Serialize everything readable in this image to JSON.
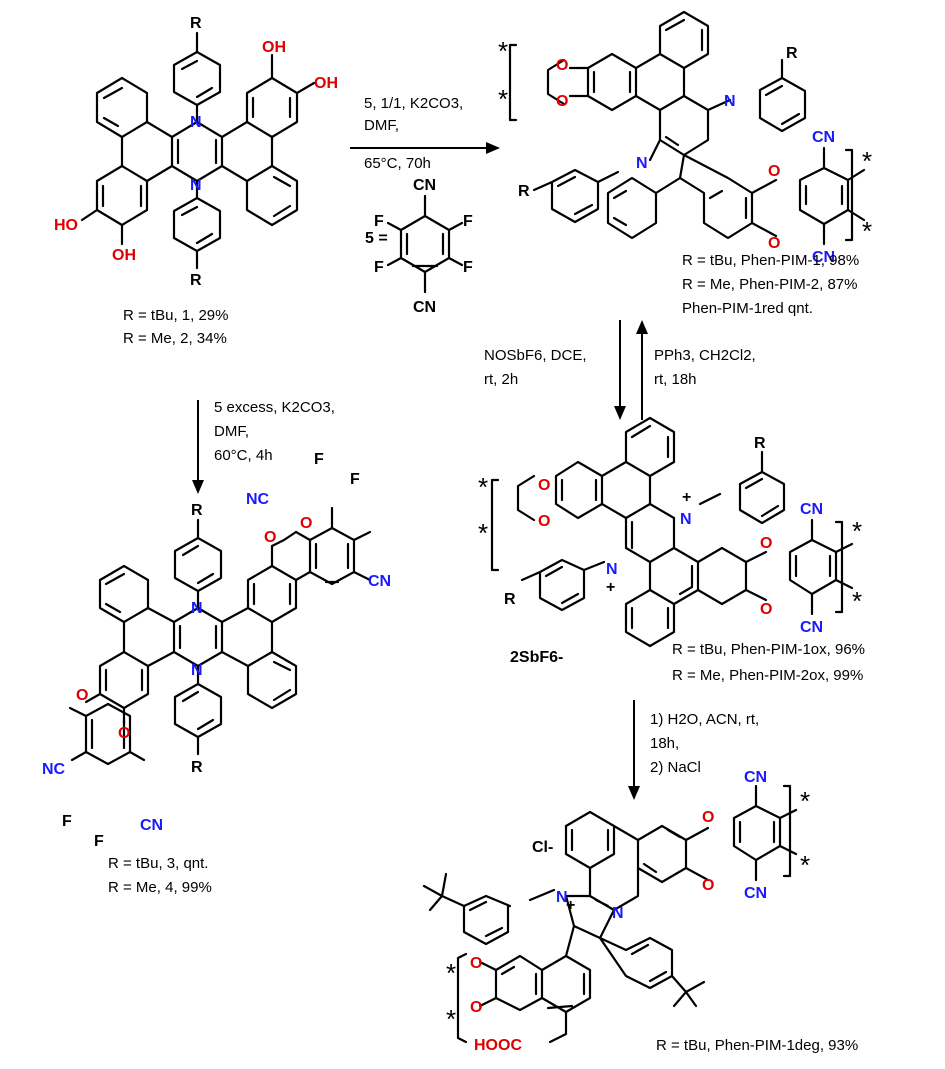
{
  "colors": {
    "nitrogen": "#1a1aff",
    "oxygen": "#e00000",
    "bond": "#000000"
  },
  "monomers": {
    "R_top": "R",
    "R_bottom": "R",
    "OH": "OH",
    "HO": "HO",
    "N": "N",
    "caption": [
      "R = tBu, 1, 29%",
      "R = Me, 2, 34%"
    ]
  },
  "reagent5": {
    "prefix": "5 =",
    "F": "F",
    "CN": "CN"
  },
  "arrow_polymerization": [
    "5, 1/1, K2CO3,",
    "DMF,",
    "65°C, 70h"
  ],
  "arrow_excess": [
    "5 excess, K2CO3,",
    "DMF,",
    "60°C, 4h"
  ],
  "arrow_oxidation": [
    "NOSbF6, DCE,",
    "rt, 2h"
  ],
  "arrow_reduction": [
    "PPh3, CH2Cl2,",
    "rt, 18h"
  ],
  "arrow_degradation": [
    "1) H2O, ACN, rt,",
    "18h,",
    "2) NaCl"
  ],
  "phen_pim": {
    "R": "R",
    "N": "N",
    "O": "O",
    "CN": "CN",
    "star": "*",
    "caption": [
      "R = tBu, Phen-PIM-1, 98%",
      "R = Me, Phen-PIM-2, 87%",
      "Phen-PIM-1red qnt."
    ]
  },
  "phen_pim_ox": {
    "R": "R",
    "N": "N",
    "plus": "+",
    "O": "O",
    "CN": "CN",
    "star": "*",
    "counterion": "2SbF6-",
    "caption": [
      "R = tBu, Phen-PIM-1ox, 96%",
      "R = Me, Phen-PIM-2ox, 99%"
    ]
  },
  "compound_3": {
    "R": "R",
    "N": "N",
    "O": "O",
    "F": "F",
    "NC": "NC",
    "CN": "CN",
    "caption": [
      "R = tBu, 3, qnt.",
      "R = Me, 4, 99%"
    ]
  },
  "phen_pim_deg": {
    "Cl": "Cl-",
    "plus": "+",
    "N": "N",
    "O": "O",
    "CN": "CN",
    "star": "*",
    "acid": "HOOC",
    "caption": "R = tBu, Phen-PIM-1deg, 93%"
  }
}
